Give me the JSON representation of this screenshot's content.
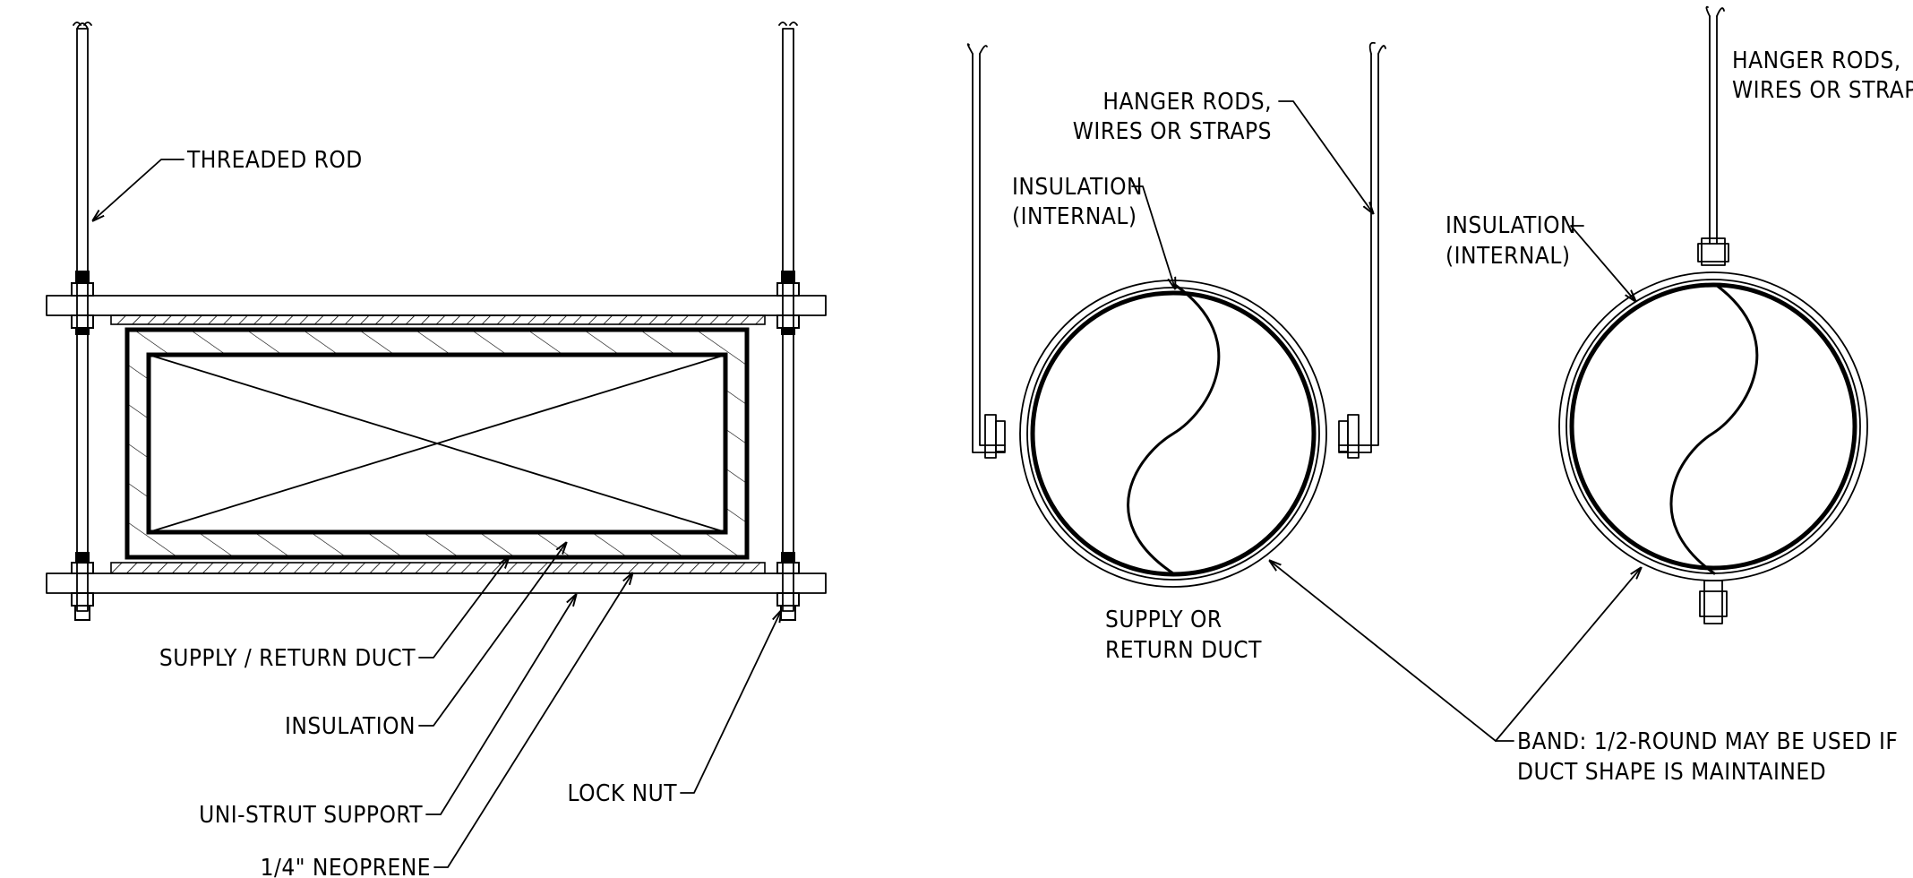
{
  "labels": {
    "threaded_rod": "THREADED ROD",
    "supply_return_duct": "SUPPLY / RETURN DUCT",
    "insulation": "INSULATION",
    "uni_strut_support": "UNI-STRUT SUPPORT",
    "neoprene": "1/4\" NEOPRENE",
    "lock_nut": "LOCK NUT",
    "hanger_rods_1": "HANGER RODS,",
    "hanger_rods_2": "WIRES OR STRAPS",
    "insulation_internal_1": "INSULATION",
    "insulation_internal_2": "(INTERNAL)",
    "supply_or_return_1": "SUPPLY OR",
    "supply_or_return_2": "RETURN DUCT",
    "hanger_rods_right_1": "HANGER RODS,",
    "hanger_rods_right_2": "WIRES OR STRAPS",
    "insulation_right_1": "INSULATION",
    "insulation_right_2": "(INTERNAL)",
    "band_1": "BAND: 1/2-ROUND MAY BE USED IF",
    "band_2": "DUCT SHAPE IS MAINTAINED"
  },
  "colors": {
    "line": "#000000",
    "background": "#ffffff"
  }
}
